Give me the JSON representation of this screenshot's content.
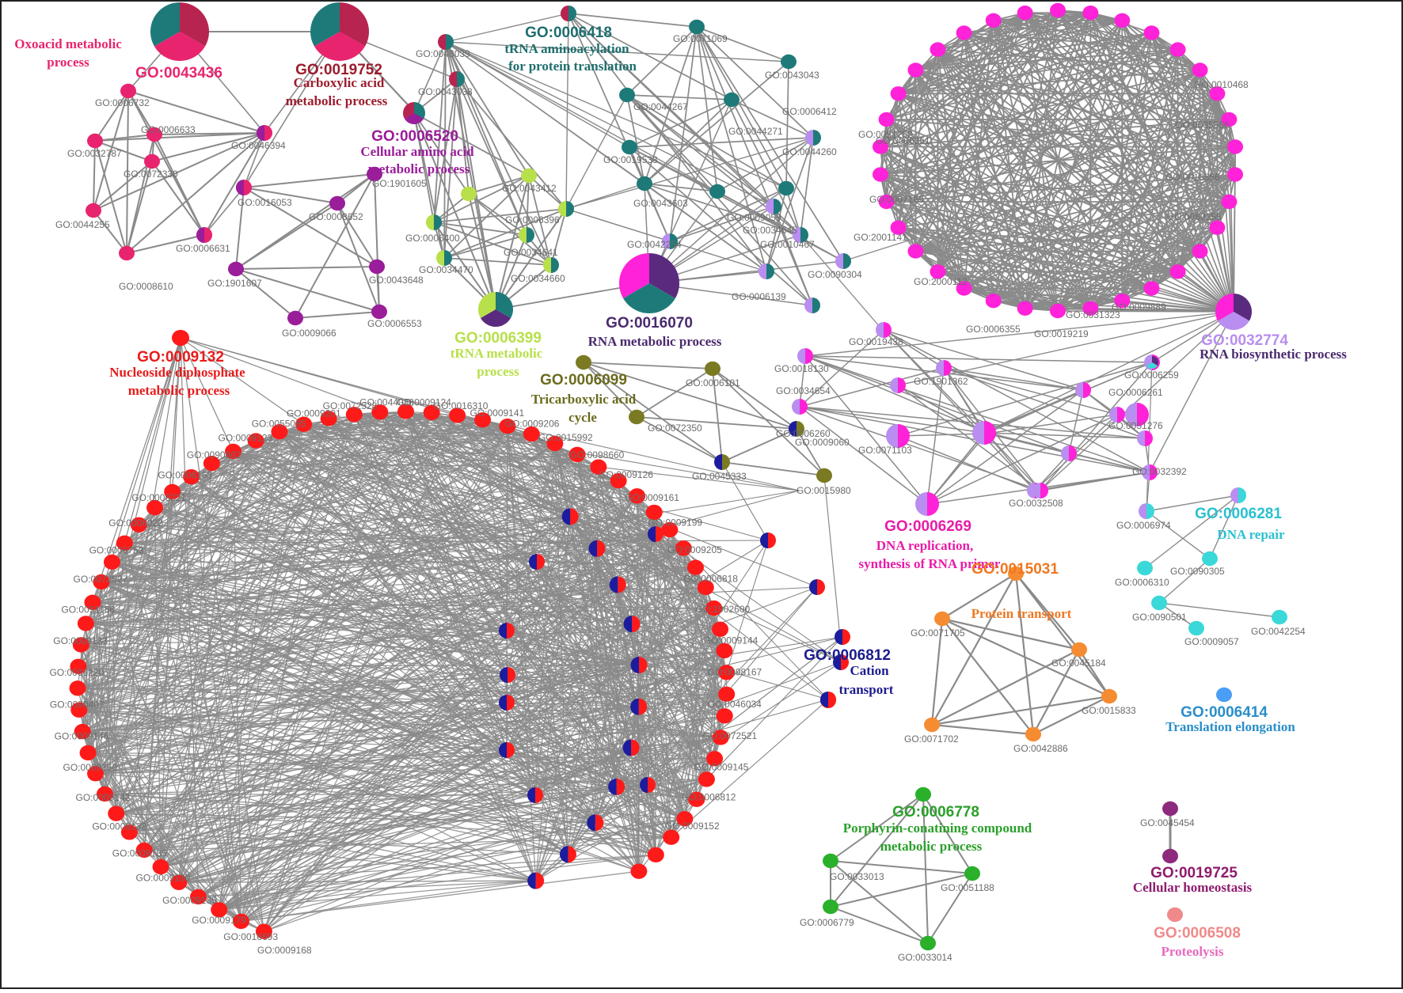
{
  "clusters": [
    {
      "id": "GO:0043436",
      "caption": [
        "Oxoacid metabolic",
        "process"
      ],
      "color": "#e8246e"
    },
    {
      "id": "GO:0019752",
      "caption": [
        "Carboxylic acid",
        "metabolic process"
      ],
      "color": "#9b1d2e"
    },
    {
      "id": "GO:0006418",
      "caption": [
        "tRNA aminoacylation",
        "for protein translation"
      ],
      "color": "#1e6e6e"
    },
    {
      "id": "GO:0006520",
      "caption": [
        "Cellular amino acid",
        "metabolic process"
      ],
      "color": "#9a1d9a"
    },
    {
      "id": "GO:0006399",
      "caption": [
        "tRNA metabolic",
        "process"
      ],
      "color": "#b8e04a"
    },
    {
      "id": "GO:0016070",
      "caption": [
        "RNA metabolic process"
      ],
      "color": "#4a2a6e"
    },
    {
      "id": "GO:0032774",
      "caption": [
        "RNA biosynthetic process"
      ],
      "color": "#4a2a6e"
    },
    {
      "id": "GO:0009132",
      "caption": [
        "Nucleoside diphosphate",
        "metabolic process"
      ],
      "color": "#e81c1c"
    },
    {
      "id": "GO:0006099",
      "caption": [
        "Tricarboxylic acid",
        "cycle"
      ],
      "color": "#6b6b1e"
    },
    {
      "id": "GO:0006269",
      "caption": [
        "DNA replication,",
        "synthesis of RNA primer"
      ],
      "color": "#e81ca8"
    },
    {
      "id": "GO:0006281",
      "caption": [
        "DNA repair"
      ],
      "color": "#2ac0d0"
    },
    {
      "id": "GO:0015031",
      "caption": [
        "Protein transport"
      ],
      "color": "#f07820"
    },
    {
      "id": "GO:0006812",
      "caption": [
        "Cation",
        "transport"
      ],
      "color": "#1c1c8e"
    },
    {
      "id": "GO:0006414",
      "caption": [
        "Translation elongation"
      ],
      "color": "#2a8ec8"
    },
    {
      "id": "GO:0006778",
      "caption": [
        "Porphyrin-conatining compound",
        "metabolic process"
      ],
      "color": "#2aa02a"
    },
    {
      "id": "GO:0019725",
      "caption": [
        "Cellular homeostasis"
      ],
      "color": "#8e1c6e"
    },
    {
      "id": "GO:0006508",
      "caption": [
        "Proteolysis"
      ],
      "color": "#e85a8e"
    }
  ],
  "node_labels": {
    "oxoacid": [
      "GO:0006732",
      "GO:0006633",
      "GO:0046394",
      "GO:0032787",
      "GO:0072330",
      "GO:0016053",
      "GO:0044255",
      "GO:0006631",
      "GO:0008610"
    ],
    "amino": [
      "GO:1901605",
      "GO:0008652",
      "GO:1901607",
      "GO:0043648",
      "GO:0009066",
      "GO:0006553"
    ],
    "trna": [
      "GO:0043039",
      "GO:0043038",
      "GO:0043412",
      "GO:0006396",
      "GO:0006400",
      "GO:0034470",
      "GO:0034660",
      "GO:0034641",
      "GO:0042254"
    ],
    "trna_aa": [
      "GO:0071069",
      "GO:0043043",
      "GO:0006412",
      "GO:0044267",
      "GO:0044271",
      "GO:0019538",
      "GO:0043603",
      "GO:0009059",
      "GO:0034645",
      "GO:0044260",
      "GO:0010467",
      "GO:0090304",
      "GO:0006139"
    ],
    "rnabio": [
      "GO:0018130",
      "GO:0034654",
      "GO:1901362",
      "GO:0019438",
      "GO:0006260",
      "GO:0071103",
      "GO:0051276",
      "GO:0032392",
      "GO:0032508",
      "GO:0006259",
      "GO:0006261"
    ],
    "ring": [
      "GO:0006355",
      "GO:0019219",
      "GO:0031323",
      "GO:0009889",
      "GO:0060255",
      "GO:0010556",
      "GO:0035556",
      "GO:0010468",
      "GO:2001141",
      "GO:0051252",
      "GO:0007165",
      "GO:2000112",
      "GO:0006351"
    ],
    "tca": [
      "GO:0006101",
      "GO:0072350",
      "GO:0009060",
      "GO:0045333",
      "GO:0015980"
    ],
    "dnarep": [
      "GO:0006974",
      "GO:0006310",
      "GO:0090305",
      "GO:0090501",
      "GO:0009057",
      "GO:0042254"
    ],
    "protein": [
      "GO:0071705",
      "GO:0045184",
      "GO:0015833",
      "GO:0071702",
      "GO:0042886"
    ],
    "porph": [
      "GO:0033013",
      "GO:0051188",
      "GO:0006779",
      "GO:0033014"
    ],
    "homeo": [
      "GO:0045454"
    ],
    "nucleo": [
      "GO:0009168",
      "GO:0016693",
      "GO:0009179",
      "GO:0009135",
      "GO:0009180",
      "GO:0009185",
      "GO:0009132",
      "GO:0009142",
      "GO:0009150",
      "GO:0009146",
      "GO:0090407",
      "GO:0006220",
      "GO:0009133",
      "GO:0051186",
      "GO:0072527",
      "GO:0006753",
      "GO:0006023",
      "GO:0006221",
      "GO:0006163",
      "GO:0090662",
      "GO:0009123",
      "GO:0055085",
      "GO:0009201",
      "GO:0072528",
      "GO:0044036",
      "GO:0009124",
      "GO:0016310",
      "GO:0009141",
      "GO:0009206",
      "GO:0015992",
      "GO:0098660",
      "GO:0009126",
      "GO:0009161",
      "GO:0009199",
      "GO:0009205",
      "GO:0006818",
      "GO:1902600",
      "GO:0009144",
      "GO:0098167",
      "GO:0046034",
      "GO:0072521",
      "GO:0009145",
      "GO:0006812",
      "GO:0009152"
    ]
  },
  "colors": {
    "edge": "#8a8a8a",
    "oxoacid": "#e8246e",
    "trna_teal": "#1e7a78",
    "amino": "#9a1d9a",
    "trna_lime": "#b8e04a",
    "purple_light": "#b98ef0",
    "dark_purple": "#5a2a7e",
    "pink": "#ff22d8",
    "red": "#ff1a1a",
    "navy": "#1c1c9e",
    "olive": "#7a7a22",
    "cyan": "#3ad8d8",
    "orange": "#f58c32",
    "green": "#2ab02a",
    "blue": "#4a9ef5",
    "plum": "#8e2a7e",
    "salmon": "#f08a8a"
  }
}
